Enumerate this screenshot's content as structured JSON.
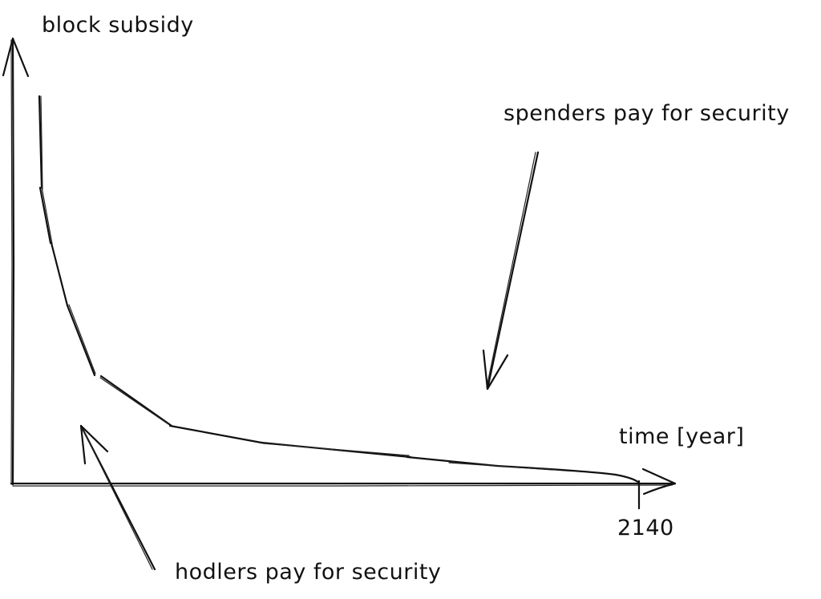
{
  "chart_data": {
    "type": "line",
    "style": "hand-drawn sketch",
    "title": "",
    "xlabel": "time [year]",
    "ylabel": "block subsidy",
    "x_ticks": [
      "2140"
    ],
    "y_ticks": [],
    "grid": false,
    "legend": null,
    "series": [
      {
        "name": "block subsidy",
        "description": "Decaying curve from high subsidy to zero at 2140",
        "x": [
          0.04,
          0.04,
          0.06,
          0.09,
          0.13,
          0.24,
          0.37,
          0.59,
          0.74,
          0.92,
          0.95
        ],
        "y": [
          1.0,
          0.76,
          0.62,
          0.46,
          0.28,
          0.15,
          0.1,
          0.07,
          0.05,
          0.02,
          0.0
        ],
        "x_units": "fraction of axis length (axis end = 2140)",
        "y_units": "relative (qualitative, no scale)"
      }
    ],
    "annotations": [
      {
        "text": "spenders pay for security",
        "arrow_points_to": "region above curve, late period"
      },
      {
        "text": "hodlers pay for security",
        "arrow_points_to": "region under curve, early period"
      }
    ]
  },
  "labels": {
    "ylabel": "block subsidy",
    "xlabel": "time [year]",
    "tick_2140": "2140",
    "annotation_spenders": "spenders pay for security",
    "annotation_hodlers": "hodlers pay for security"
  },
  "colors": {
    "background": "#ffffff",
    "ink": "#111111"
  }
}
